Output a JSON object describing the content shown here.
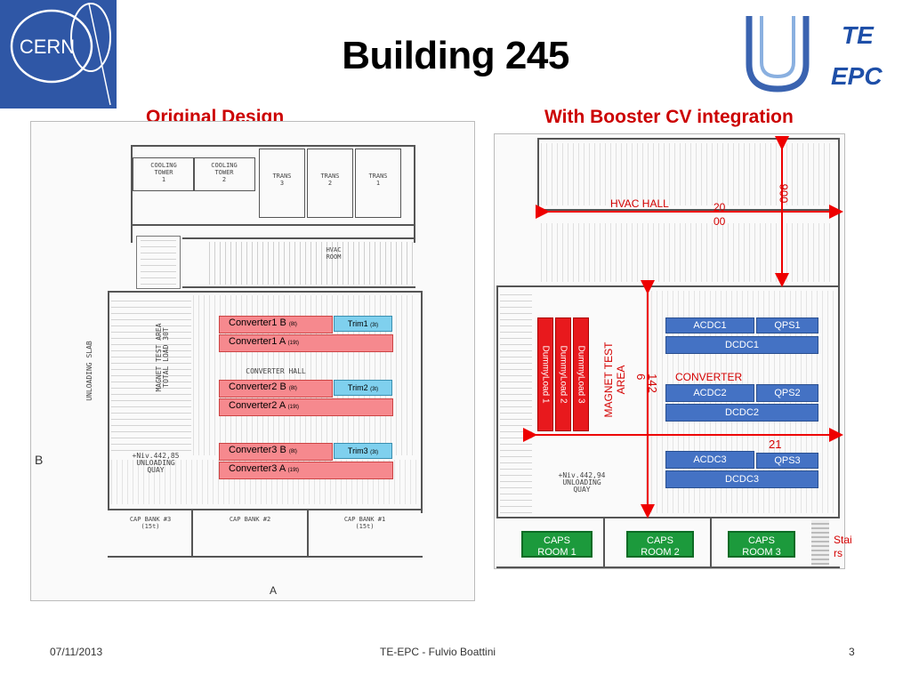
{
  "slide": {
    "title": "Building 245",
    "left_heading": "Original Design",
    "right_heading": "With Booster CV integration"
  },
  "logos": {
    "cern": "CERN",
    "te_line1": "TE",
    "te_line2": "EPC"
  },
  "left_plan": {
    "labels": {
      "cooling1": "COOLING\nTOWER\n1",
      "cooling2": "COOLING\nTOWER\n2",
      "trans3": "TRANS\n3",
      "trans2": "TRANS\n2",
      "trans1": "TRANS\n1",
      "hvac": "HVAC\nROOM",
      "converter_hall": "CONVERTER HALL",
      "magnet": "MAGNET TEST AREA\nTOTAL LOAD 30T",
      "unloading_slab": "UNLOADING SLAB",
      "unloading_quay": "+Niv.442,85\nUNLOADING\nQUAY",
      "cap3": "CAP BANK #3\n(15t)",
      "cap2": "CAP BANK #2",
      "cap1": "CAP BANK #1\n(15t)",
      "marker_b": "B",
      "marker_a": "A"
    },
    "converters": [
      {
        "b": "Converter1 B",
        "b_note": "(8t)",
        "a": "Converter1 A",
        "a_note": "(19t)",
        "trim": "Trim1",
        "trim_note": "(3t)"
      },
      {
        "b": "Converter2 B",
        "b_note": "(8t)",
        "a": "Converter2 A",
        "a_note": "(19t)",
        "trim": "Trim2",
        "trim_note": "(3t)"
      },
      {
        "b": "Converter3 B",
        "b_note": "(8t)",
        "a": "Converter3 A",
        "a_note": "(19t)",
        "trim": "Trim3",
        "trim_note": "(3t)"
      }
    ]
  },
  "right_plan": {
    "hvac_hall": "HVAC HALL",
    "dim_2000": "20\n00",
    "dim_900": "900",
    "dim_1426": "142\n6",
    "dim_21": "21",
    "converter": "CONVERTER",
    "magnet_test_area": "MAGNET TEST\nAREA",
    "unloading_quay": "+Niv.442,94\nUNLOADING\nQUAY",
    "dummy_loads": [
      "DummyLoad 1",
      "DummyLoad 2",
      "DummyLoad 3"
    ],
    "rows": [
      {
        "acdc": "ACDC1",
        "qps": "QPS1",
        "dcdc": "DCDC1"
      },
      {
        "acdc": "ACDC2",
        "qps": "QPS2",
        "dcdc": "DCDC2"
      },
      {
        "acdc": "ACDC3",
        "qps": "QPS3",
        "dcdc": "DCDC3"
      }
    ],
    "caps_rooms": [
      "CAPS\nROOM 1",
      "CAPS\nROOM 2",
      "CAPS\nROOM 3"
    ],
    "stairs": "Stai\nrs"
  },
  "footer": {
    "date": "07/11/2013",
    "author": "TE-EPC -  Fulvio Boattini",
    "page": "3"
  },
  "colors": {
    "converter": "#f6898e",
    "trim": "#7fd0ee",
    "equipment": "#4472c4",
    "caps": "#1c9a3c",
    "dummy": "#e8191d",
    "heading": "#cc0000"
  }
}
